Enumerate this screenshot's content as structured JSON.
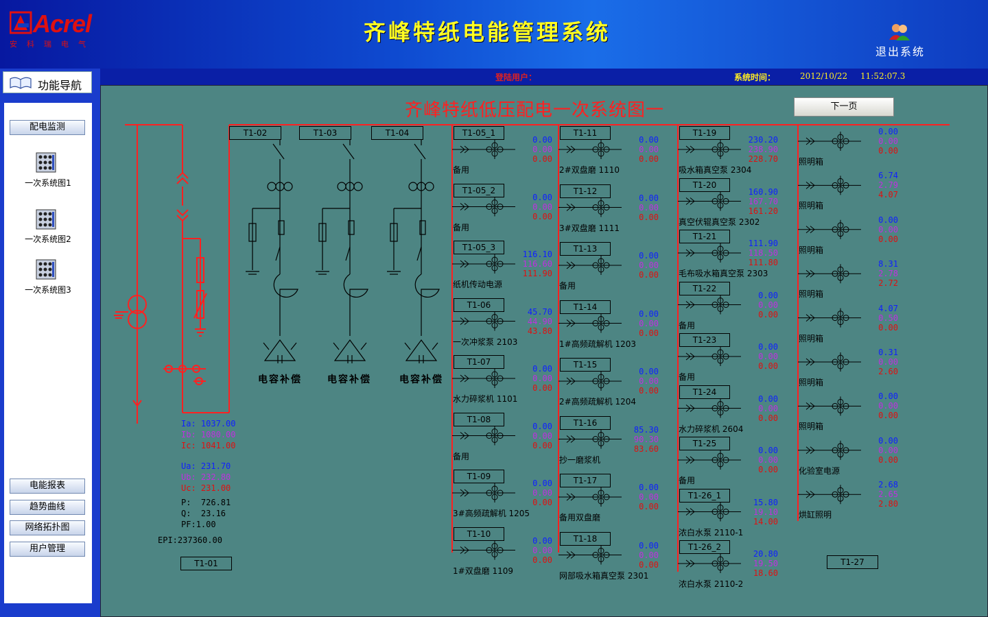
{
  "header": {
    "logo_text": "Acrel",
    "logo_sub": "安科瑞电气",
    "title": "齐峰特纸电能管理系统",
    "exit_label": "退出系统"
  },
  "status": {
    "login_label": "登陆用户：",
    "login_user": "",
    "time_label": "系统时间：",
    "date": "2012/10/22",
    "time": "11:52:07.3"
  },
  "nav": {
    "header": "功能导航",
    "monitor": "配电监测",
    "diagrams": [
      "一次系统图1",
      "一次系统图2",
      "一次系统图3"
    ],
    "report": "电能报表",
    "trend": "趋势曲线",
    "topology": "网络拓扑图",
    "users": "用户管理"
  },
  "diagram": {
    "title": "齐峰特纸低压配电一次系统图一",
    "next_page": "下一页",
    "incoming": {
      "id": "T1-01",
      "Ia_label": "Ia:",
      "Ia": "1037.00",
      "Ib_label": "Ib:",
      "Ib": "1080.00",
      "Ic_label": "Ic:",
      "Ic": "1041.00",
      "Ua_label": "Ua:",
      "Ua": "231.70",
      "Ub_label": "Ub:",
      "Ub": "232.80",
      "Uc_label": "Uc:",
      "Uc": "231.00",
      "P_label": "P:",
      "P": "726.81",
      "Q_label": "Q:",
      "Q": "23.16",
      "PF_label": "PF:",
      "PF": "1.00",
      "EPI_label": "EPI:",
      "EPI": "237360.00"
    },
    "capacitors": [
      {
        "id": "T1-02",
        "label": "电容补偿"
      },
      {
        "id": "T1-03",
        "label": "电容补偿"
      },
      {
        "id": "T1-04",
        "label": "电容补偿"
      }
    ],
    "col1": [
      {
        "id": "T1-05_1",
        "name": "备用",
        "a": "0.00",
        "b": "0.00",
        "c": "0.00"
      },
      {
        "id": "T1-05_2",
        "name": "备用",
        "a": "0.00",
        "b": "0.00",
        "c": "0.00"
      },
      {
        "id": "T1-05_3",
        "name": "纸机传动电源",
        "a": "116.10",
        "b": "116.60",
        "c": "111.90"
      },
      {
        "id": "T1-06",
        "name": "一次冲浆泵  2103",
        "a": "45.70",
        "b": "44.90",
        "c": "43.80"
      },
      {
        "id": "T1-07",
        "name": "水力碎浆机  1101",
        "a": "0.00",
        "b": "0.00",
        "c": "0.00"
      },
      {
        "id": "T1-08",
        "name": "备用",
        "a": "0.00",
        "b": "0.00",
        "c": "0.00"
      },
      {
        "id": "T1-09",
        "name": "3#高频疏解机  1205",
        "a": "0.00",
        "b": "0.00",
        "c": "0.00"
      },
      {
        "id": "T1-10",
        "name": "1#双盘磨  1109",
        "a": "0.00",
        "b": "0.00",
        "c": "0.00"
      }
    ],
    "col2": [
      {
        "id": "T1-11",
        "name": "2#双盘磨  1110",
        "a": "0.00",
        "b": "0.00",
        "c": "0.00"
      },
      {
        "id": "T1-12",
        "name": "3#双盘磨  1111",
        "a": "0.00",
        "b": "0.00",
        "c": "0.00"
      },
      {
        "id": "T1-13",
        "name": "备用",
        "a": "0.00",
        "b": "0.00",
        "c": "0.00"
      },
      {
        "id": "T1-14",
        "name": "1#高频疏解机  1203",
        "a": "0.00",
        "b": "0.00",
        "c": "0.00"
      },
      {
        "id": "T1-15",
        "name": "2#高频疏解机  1204",
        "a": "0.00",
        "b": "0.00",
        "c": "0.00"
      },
      {
        "id": "T1-16",
        "name": "抄一磨浆机",
        "a": "85.30",
        "b": "90.30",
        "c": "83.60"
      },
      {
        "id": "T1-17",
        "name": "备用双盘磨",
        "a": "0.00",
        "b": "0.00",
        "c": "0.00"
      },
      {
        "id": "T1-18",
        "name": "网部吸水箱真空泵  2301",
        "a": "0.00",
        "b": "0.00",
        "c": "0.00"
      }
    ],
    "col3": [
      {
        "id": "T1-19",
        "name": "吸水箱真空泵  2304",
        "a": "230.20",
        "b": "238.90",
        "c": "228.70"
      },
      {
        "id": "T1-20",
        "name": "真空伏辊真空泵  2302",
        "a": "160.90",
        "b": "167.70",
        "c": "161.20"
      },
      {
        "id": "T1-21",
        "name": "毛布吸水箱真空泵  2303",
        "a": "111.90",
        "b": "118.50",
        "c": "111.80"
      },
      {
        "id": "T1-22",
        "name": "备用",
        "a": "0.00",
        "b": "0.00",
        "c": "0.00"
      },
      {
        "id": "T1-23",
        "name": "备用",
        "a": "0.00",
        "b": "0.00",
        "c": "0.00"
      },
      {
        "id": "T1-24",
        "name": "水力碎浆机  2604",
        "a": "0.00",
        "b": "0.00",
        "c": "0.00"
      },
      {
        "id": "T1-25",
        "name": "备用",
        "a": "0.00",
        "b": "0.00",
        "c": "0.00"
      },
      {
        "id": "T1-26_1",
        "name": "浓白水泵  2110-1",
        "a": "15.80",
        "b": "19.10",
        "c": "14.00"
      },
      {
        "id": "T1-26_2",
        "name": "浓白水泵  2110-2",
        "a": "20.80",
        "b": "19.50",
        "c": "18.60"
      }
    ],
    "col4_id": "T1-27",
    "col4": [
      {
        "name": "照明箱",
        "a": "0.00",
        "b": "0.00",
        "c": "0.00"
      },
      {
        "name": "照明箱",
        "a": "6.74",
        "b": "2.79",
        "c": "4.07"
      },
      {
        "name": "照明箱",
        "a": "0.00",
        "b": "0.00",
        "c": "0.00"
      },
      {
        "name": "照明箱",
        "a": "8.31",
        "b": "2.78",
        "c": "2.72"
      },
      {
        "name": "照明箱",
        "a": "4.07",
        "b": "0.50",
        "c": "0.00"
      },
      {
        "name": "照明箱",
        "a": "0.31",
        "b": "0.00",
        "c": "2.60"
      },
      {
        "name": "照明箱",
        "a": "0.00",
        "b": "0.00",
        "c": "0.00"
      },
      {
        "name": "化验室电源",
        "a": "0.00",
        "b": "0.00",
        "c": "0.00"
      },
      {
        "name": "烘缸照明",
        "a": "2.68",
        "b": "2.65",
        "c": "2.80"
      }
    ]
  },
  "colors": {
    "phase_a": "#1020ff",
    "phase_b": "#c030e0",
    "phase_c": "#e01010",
    "busbar": "#ff2020",
    "canvas": "#4d8583"
  }
}
